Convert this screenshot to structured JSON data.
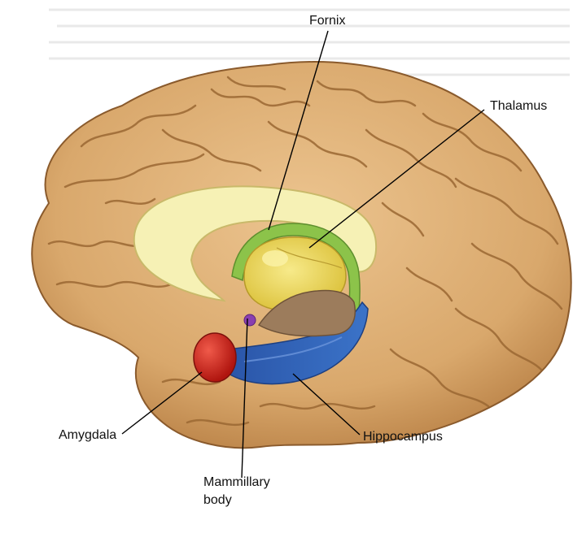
{
  "labels": {
    "fornix": "Fornix",
    "thalamus": "Thalamus",
    "amygdala": "Amygdala",
    "hippocampus": "Hippocampus",
    "mammillary_line1": "Mammillary",
    "mammillary_line2": "body"
  },
  "colors": {
    "page": "#ffffff",
    "cortex": "#d9a86c",
    "cortex_shadow": "#a8733f",
    "cortex_highlight": "#efcd98",
    "corpus_callosum": "#f6f1b5",
    "thalamus": "#e9d24a",
    "fornix": "#8cc34a",
    "hippocampus": "#2f62b5",
    "amygdala": "#d8231c",
    "mammillary": "#8a3fb0",
    "brainstem": "#9c7c5c",
    "leader_line": "#000000"
  }
}
